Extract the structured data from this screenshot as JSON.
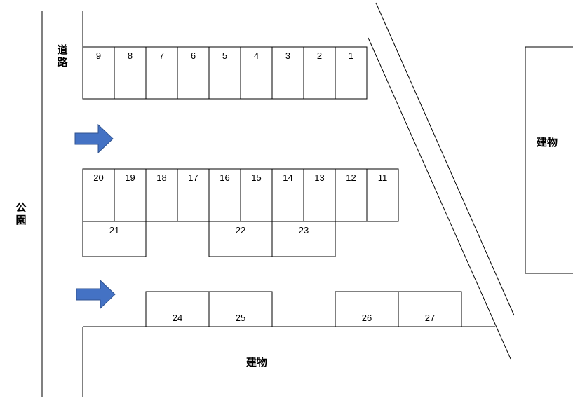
{
  "labels": {
    "road": "道路",
    "park": "公園",
    "building_right": "建物",
    "building_bottom": "建物"
  },
  "rows": {
    "top": [
      "9",
      "8",
      "7",
      "6",
      "5",
      "4",
      "3",
      "2",
      "1"
    ],
    "middle": [
      "20",
      "19",
      "18",
      "17",
      "16",
      "15",
      "14",
      "13",
      "12",
      "11"
    ],
    "middle_sub": [
      "21",
      "22",
      "23"
    ],
    "bottom": [
      "24",
      "25",
      "26",
      "27"
    ]
  },
  "colors": {
    "arrow_fill": "#4472c4",
    "arrow_stroke": "#2f528f",
    "line": "#000000"
  },
  "icons": {
    "arrow": "right-arrow-icon"
  }
}
